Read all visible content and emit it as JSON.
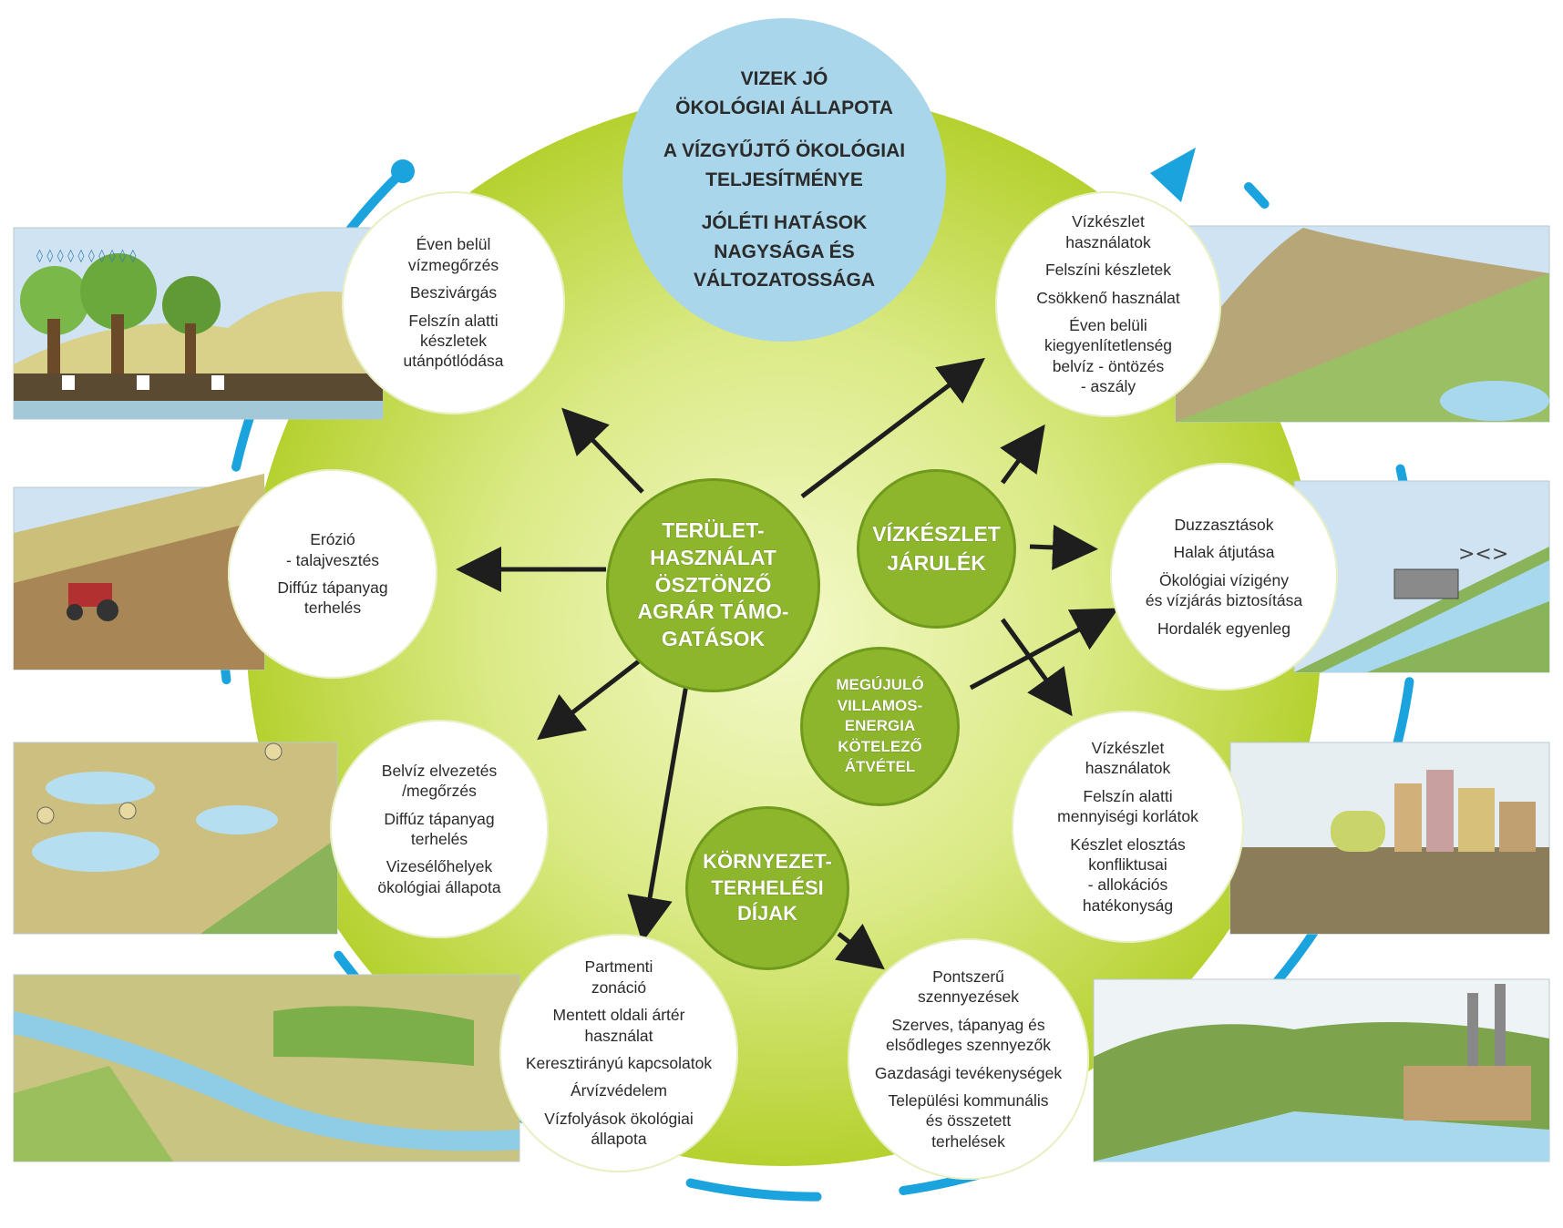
{
  "top_circle": {
    "lines_1": [
      "VIZEK JÓ",
      "ÖKOLÓGIAI ÁLLAPOTA"
    ],
    "lines_2": [
      "A VÍZGYŰJTŐ ÖKOLÓGIAI",
      "TELJESÍTMÉNYE"
    ],
    "lines_3": [
      "JÓLÉTI HATÁSOK",
      "NAGYSÁGA ÉS",
      "VÁLTOZATOSSÁGA"
    ]
  },
  "hubs": {
    "land_use": [
      "TERÜLET-",
      "HASZNÁLAT",
      "ÖSZTÖNZŐ",
      "AGRÁR TÁMO-",
      "GATÁSOK"
    ],
    "water_levy": [
      "VÍZKÉSZLET",
      "JÁRULÉK"
    ],
    "renewable": [
      "MEGÚJULÓ",
      "VILLAMOS-",
      "ENERGIA",
      "KÖTELEZŐ",
      "ÁTVÉTEL"
    ],
    "env_fees": [
      "KÖRNYEZET-",
      "TERHELÉSI",
      "DÍJAK"
    ]
  },
  "nodes": {
    "retention": {
      "groups": [
        [
          "Éven belül",
          "vízmegőrzés"
        ],
        [
          "Beszivárgás"
        ],
        [
          "Felszín alatti",
          "készletek",
          "utánpótlódása"
        ]
      ]
    },
    "erosion": {
      "groups": [
        [
          "Erózió",
          "- talajvesztés"
        ],
        [
          "Diffúz tápanyag",
          "terhelés"
        ]
      ]
    },
    "inland_water": {
      "groups": [
        [
          "Belvíz elvezetés",
          "/megőrzés"
        ],
        [
          "Diffúz tápanyag",
          "terhelés"
        ],
        [
          "Vizesélőhelyek",
          "ökológiai állapota"
        ]
      ]
    },
    "riparian": {
      "groups": [
        [
          "Partmenti",
          "zonáció"
        ],
        [
          "Mentett oldali ártér",
          "használat"
        ],
        [
          "Keresztirányú kapcsolatok"
        ],
        [
          "Árvízvédelem"
        ],
        [
          "Vízfolyások ökológiai",
          "állapota"
        ]
      ]
    },
    "surface_use": {
      "groups": [
        [
          "Vízkészlet",
          "használatok"
        ],
        [
          "Felszíni készletek"
        ],
        [
          "Csökkenő használat"
        ],
        [
          "Éven belüli",
          "kiegyenlítetlenség",
          "belvíz - öntözés",
          "- aszály"
        ]
      ]
    },
    "dams": {
      "groups": [
        [
          "Duzzasztások"
        ],
        [
          "Halak átjutása"
        ],
        [
          "Ökológiai vízigény",
          "és vízjárás biztosítása"
        ],
        [
          "Hordalék egyenleg"
        ]
      ]
    },
    "groundwater_use": {
      "groups": [
        [
          "Vízkészlet",
          "használatok"
        ],
        [
          "Felszín alatti",
          "mennyiségi korlátok"
        ],
        [
          "Készlet elosztás",
          "konfliktusai",
          "- allokációs",
          "hatékonyság"
        ]
      ]
    },
    "point_pollution": {
      "groups": [
        [
          "Pontszerű",
          "szennyezések"
        ],
        [
          "Szerves, tápanyag és",
          "elsődleges szennyezők"
        ],
        [
          "Gazdasági tevékenységek"
        ],
        [
          "Települési kommunális",
          "és összetett",
          "terhelések"
        ]
      ]
    }
  },
  "colors": {
    "big_green": "#c8dd5a",
    "hub_green": "#8db62c",
    "top_blue": "#a9d6ea",
    "ring_blue": "#1aa3dc",
    "arrow": "#1e1e1e"
  },
  "icons": [
    "cycle-ring",
    "rain-drops",
    "tractor",
    "dam-weir",
    "fish",
    "factory",
    "city",
    "hay-bales"
  ]
}
